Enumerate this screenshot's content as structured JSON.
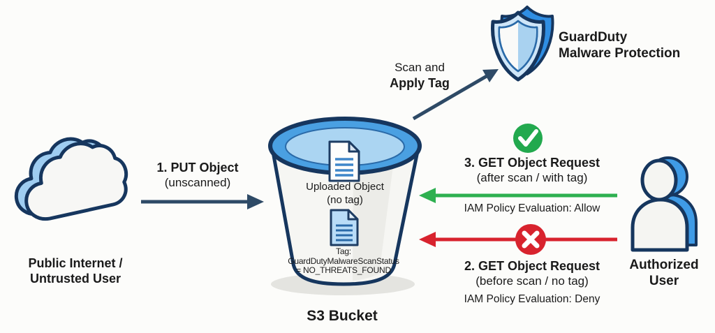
{
  "nodes": {
    "cloud": {
      "label_line1": "Public Internet /",
      "label_line2": "Untrusted User"
    },
    "bucket": {
      "title": "S3 Bucket",
      "uploaded_object_line1": "Uploaded Object",
      "uploaded_object_line2": "(no tag)",
      "tag_line1": "Tag:",
      "tag_line2": "GuardDutyMalwareScanStatus",
      "tag_line3": "= NO_THREATS_FOUND"
    },
    "guardduty": {
      "label_line1": "GuardDuty",
      "label_line2": "Malware Protection"
    },
    "user": {
      "label_line1": "Authorized",
      "label_line2": "User"
    }
  },
  "flows": {
    "put": {
      "label": "1. PUT Object",
      "sublabel": "(unscanned)"
    },
    "scan": {
      "label_line1": "Scan and",
      "label_line2": "Apply Tag"
    },
    "get_allow": {
      "title": "3. GET Object Request",
      "subtitle": "(after scan / with tag)",
      "result": "IAM Policy Evaluation: Allow"
    },
    "get_deny": {
      "title": "2. GET Object Request",
      "subtitle": "(before scan / no tag)",
      "result": "IAM Policy Evaluation: Deny"
    }
  },
  "icons": {
    "cloud": "cloud-icon",
    "bucket": "s3-bucket-icon",
    "uploaded_document": "document-icon",
    "tagged_document": "tagged-document-icon",
    "shield": "guardduty-shield-icon",
    "user": "authorized-user-icon",
    "allow": "check-circle-icon",
    "deny": "x-circle-icon"
  },
  "colors": {
    "background": "#fcfcfa",
    "outline_navy": "#16365e",
    "arrow_navy": "#2e4a66",
    "brand_blue": "#3f9be6",
    "light_blue": "#abd5f2",
    "allow_green": "#22a94e",
    "deny_red": "#d8232e",
    "text": "#1a1a1a"
  }
}
